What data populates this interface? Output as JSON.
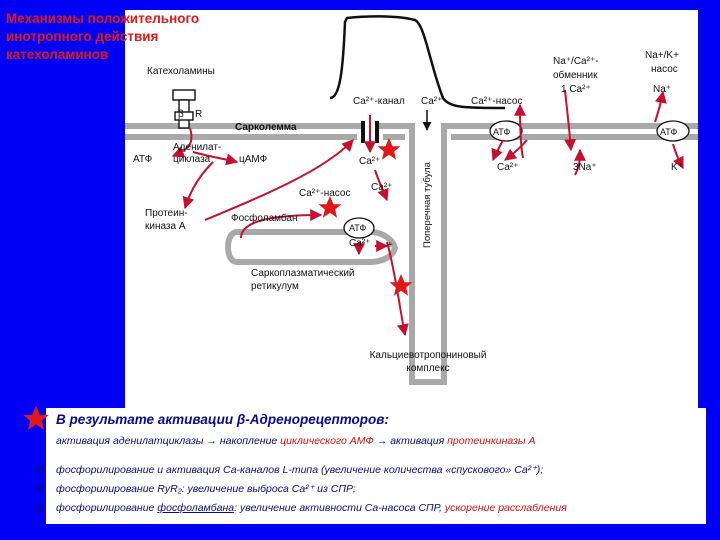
{
  "title": {
    "line1": "Механизмы положительного",
    "line2": "инотропного действия",
    "line3": "катехоламинов"
  },
  "diagram": {
    "catecholamines": "Катехоламины",
    "beta": "β",
    "r": "R",
    "sarcolemma": "Сарколемма",
    "atp_left": "АТФ",
    "adenylate_cyclase_1": "Аденилат-",
    "adenylate_cyclase_2": "циклаза",
    "camp": "цАМФ",
    "ca_channel": "Ca²⁺-канал",
    "ca_top": "Ca²⁺",
    "ca_channel_below": "Ca²⁺",
    "ca_pump_membrane": "Ca²⁺-насос",
    "atp_membrane_pump": "АТФ",
    "exchanger_1": "Na⁺/Ca²⁺-",
    "exchanger_2": "обменник",
    "exchanger_3": "1 Ca²⁺",
    "nak_1": "Na+/K+",
    "nak_2": "насос",
    "na_top": "Na⁺",
    "atp_right": "АТФ",
    "ca_out": "Ca²⁺",
    "three_na": "3Na⁺",
    "k_plus": "K⁺",
    "t_tubule": "Поперечная тубула",
    "ca_pump_sr": "Ca²⁺-насос",
    "ca_sr_top": "Ca²⁺",
    "protein_kinase_1": "Протеин-",
    "protein_kinase_2": "киназа А",
    "phospholamban": "Фосфоламбан",
    "atp_sr": "АТФ",
    "ca_sr": "Ca²⁺",
    "sr_1": "Саркоплазматический",
    "sr_2": "ретикулум",
    "plus": "+",
    "troponin_1": "Кальциевотропониновый",
    "troponin_2": "комплекс"
  },
  "bottom": {
    "heading": "В результате активации β-Адренорецепторов:",
    "line2_a": "активация аденилатциклазы → накопление ",
    "line2_b": "циклического АМФ",
    "line2_c": " → активация ",
    "line2_d": "протеинкиназы А",
    "bullet_marker": "Ø",
    "bullet1": "фосфорилирование и активация Са-каналов L-типа (увеличение количества «спускового» Ca²⁺);",
    "bullet2": "фосфорилирование RyR₂: увеличение  выброса Ca²⁺ из СПР;",
    "bullet3_a": "фосфорилирование ",
    "bullet3_b": "фосфоламбана",
    "bullet3_c": ": увеличение активности Са-насоса СПР, ",
    "bullet3_d": "ускорение расслабления"
  },
  "colors": {
    "background": "#0000f5",
    "title_red": "#e01818",
    "arrow_red": "#c8102e",
    "text_navy": "#0a0a8c",
    "membrane_gray": "#a9a9a9"
  }
}
